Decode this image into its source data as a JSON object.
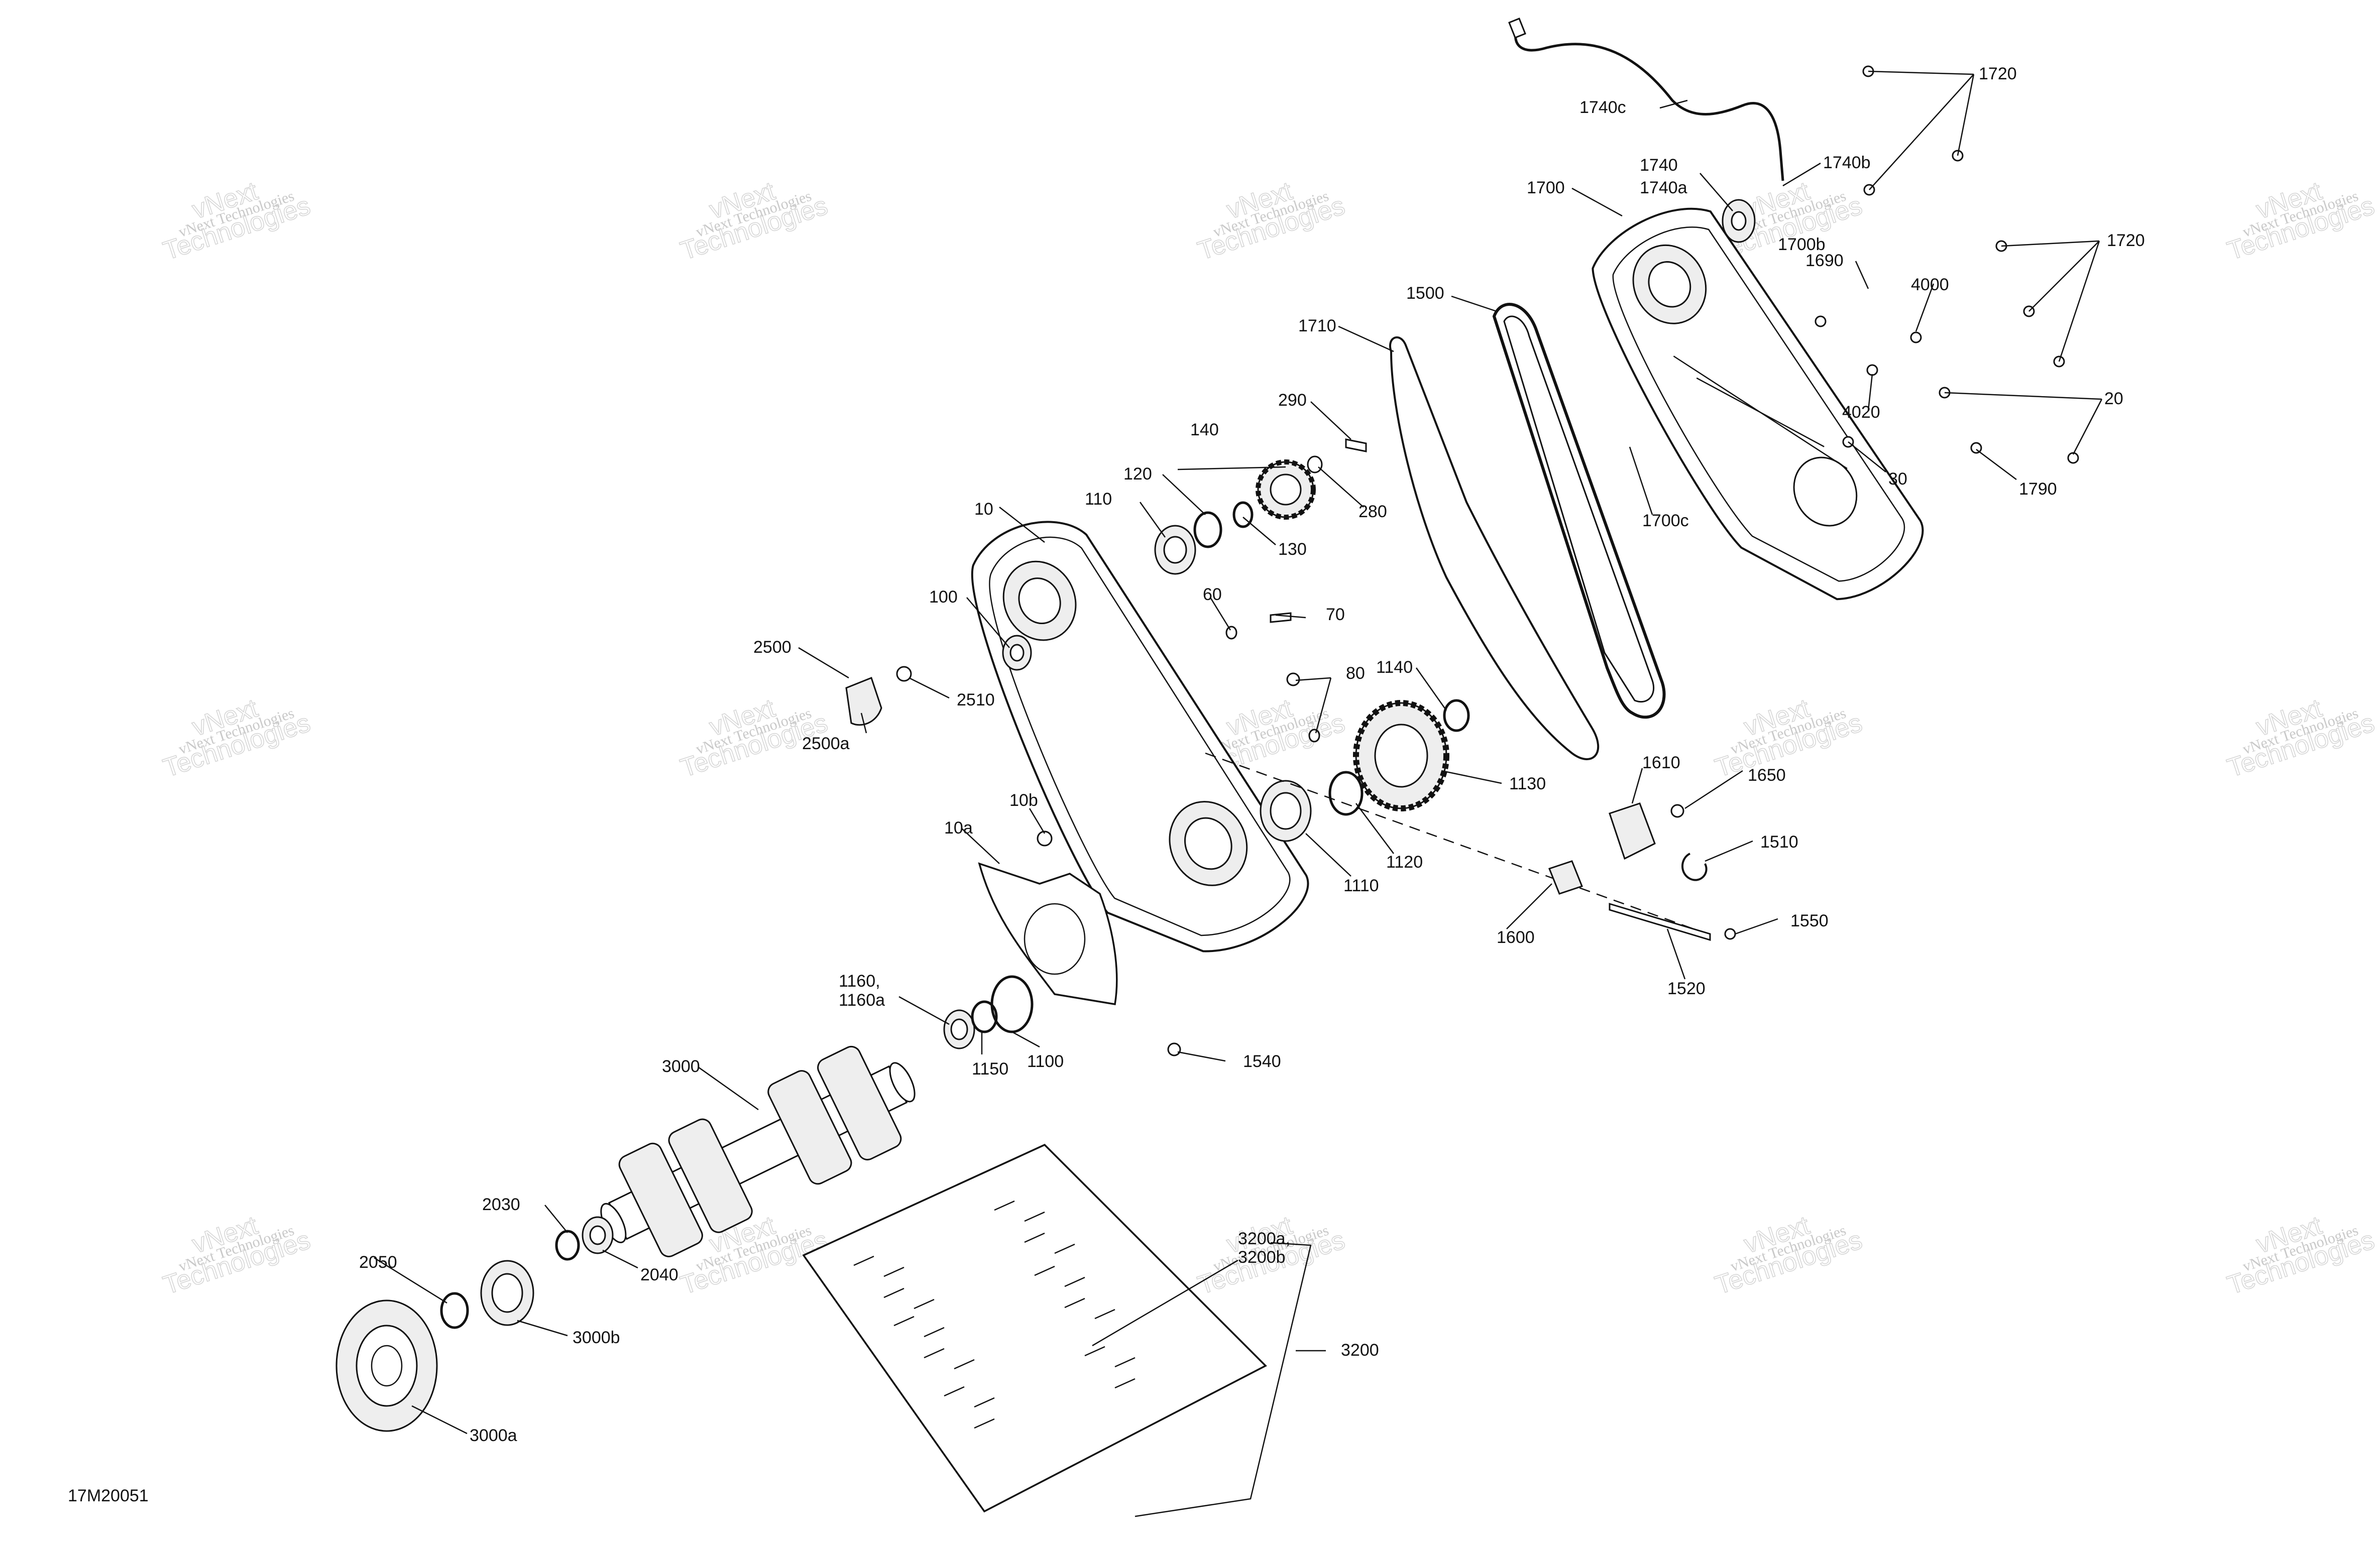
{
  "drawing_ref": "17M20051",
  "watermark": {
    "line1": "vNext",
    "line2": "Technologies",
    "line3": "vNext Technologies"
  },
  "callouts": {
    "c1720a": "1720",
    "c1740c": "1740c",
    "c1740": "1740",
    "c1740a": "1740a",
    "c1740b": "1740b",
    "c1700": "1700",
    "c1700b": "1700b",
    "c1690": "1690",
    "c1720b": "1720",
    "c4000": "4000",
    "c4020": "4020",
    "c20": "20",
    "c30": "30",
    "c1790": "1790",
    "c1700c": "1700c",
    "c1500": "1500",
    "c1710": "1710",
    "c290": "290",
    "c280": "280",
    "c140": "140",
    "c120": "120",
    "c130": "130",
    "c110": "110",
    "c10": "10",
    "c100": "100",
    "c60": "60",
    "c70": "70",
    "c80": "80",
    "c1140": "1140",
    "c1130": "1130",
    "c1120": "1120",
    "c1110": "1110",
    "c2500": "2500",
    "c2510": "2510",
    "c2500a": "2500a",
    "c10b": "10b",
    "c10a": "10a",
    "c1610": "1610",
    "c1650": "1650",
    "c1510": "1510",
    "c1600": "1600",
    "c1550": "1550",
    "c1520": "1520",
    "c1160": "1160,",
    "c1160a": "1160a",
    "c1150": "1150",
    "c1100": "1100",
    "c1540": "1540",
    "c3000": "3000",
    "c2030": "2030",
    "c2040": "2040",
    "c2050": "2050",
    "c3000b": "3000b",
    "c3000a": "3000a",
    "c3200a": "3200a,",
    "c3200b": "3200b",
    "c3200": "3200"
  }
}
